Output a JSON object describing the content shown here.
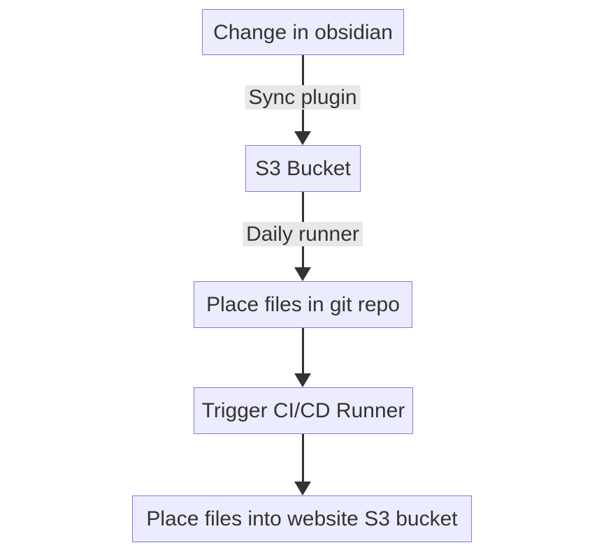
{
  "diagram": {
    "type": "flowchart",
    "direction": "top-down",
    "nodes": [
      {
        "label": "Change in obsidian"
      },
      {
        "label": "S3 Bucket"
      },
      {
        "label": "Place files in git repo"
      },
      {
        "label": "Trigger CI/CD Runner"
      },
      {
        "label": "Place files into website S3 bucket"
      }
    ],
    "edges": [
      {
        "from": "Change in obsidian",
        "to": "S3 Bucket",
        "label": "Sync plugin"
      },
      {
        "from": "S3 Bucket",
        "to": "Place files in git repo",
        "label": "Daily runner"
      },
      {
        "from": "Place files in git repo",
        "to": "Trigger CI/CD Runner",
        "label": ""
      },
      {
        "from": "Trigger CI/CD Runner",
        "to": "Place files into website S3 bucket",
        "label": ""
      }
    ],
    "colors": {
      "node_fill": "#ECECFF",
      "node_border": "#9370DB",
      "text": "#333333",
      "edge": "#333333",
      "edge_label_bg": "#e8e8e8",
      "background": "#ffffff"
    }
  }
}
